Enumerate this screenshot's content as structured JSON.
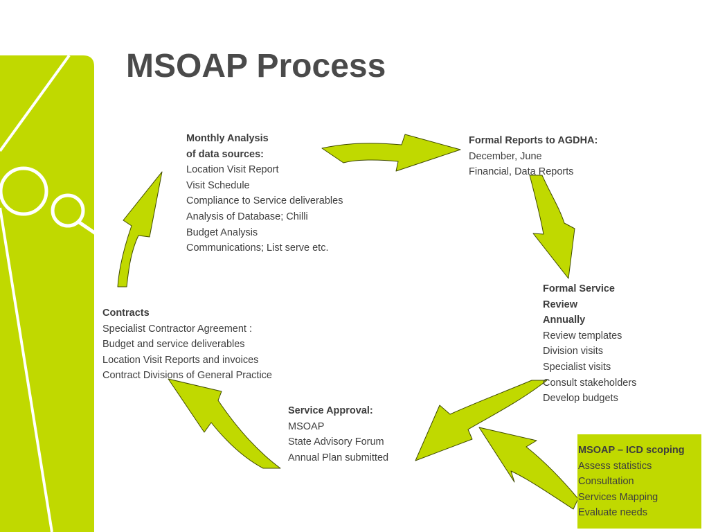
{
  "slide": {
    "title": "MSOAP Process",
    "accent_color": "#c0d900"
  },
  "blocks": {
    "monthly": {
      "lines": [
        {
          "text": "Monthly Analysis",
          "bold": true
        },
        {
          "text": "of data sources:",
          "bold": true
        },
        {
          "text": "Location Visit Report",
          "bold": false
        },
        {
          "text": "Visit Schedule",
          "bold": false
        },
        {
          "text": "Compliance to Service deliverables",
          "bold": false
        },
        {
          "text": "Analysis of Database; Chilli",
          "bold": false
        },
        {
          "text": "Budget Analysis",
          "bold": false
        },
        {
          "text": "Communications; List serve etc.",
          "bold": false
        }
      ]
    },
    "formal_reports": {
      "lines": [
        {
          "text": "Formal Reports to AGDHA:",
          "bold": true
        },
        {
          "text": "December,  June",
          "bold": false
        },
        {
          "text": "Financial, Data Reports",
          "bold": false
        }
      ]
    },
    "formal_review": {
      "lines": [
        {
          "text": "Formal Service",
          "bold": true
        },
        {
          "text": "Review",
          "bold": true
        },
        {
          "text": "Annually",
          "bold": true
        },
        {
          "text": "Review templates",
          "bold": false
        },
        {
          "text": "Division visits",
          "bold": false
        },
        {
          "text": "Specialist visits",
          "bold": false
        },
        {
          "text": "Consult stakeholders",
          "bold": false
        },
        {
          "text": "Develop budgets",
          "bold": false
        }
      ]
    },
    "contracts": {
      "lines": [
        {
          "text": "Contracts",
          "bold": true
        },
        {
          "text": "Specialist Contractor Agreement :",
          "bold": false
        },
        {
          "text": "Budget and service deliverables",
          "bold": false
        },
        {
          "text": "Location Visit Reports and invoices",
          "bold": false
        },
        {
          "text": "Contract Divisions of General Practice",
          "bold": false
        }
      ]
    },
    "service_approval": {
      "lines": [
        {
          "text": "Service Approval:",
          "bold": true
        },
        {
          "text": "MSOAP",
          "bold": false
        },
        {
          "text": "State Advisory Forum",
          "bold": false
        },
        {
          "text": "Annual Plan submitted",
          "bold": false
        }
      ]
    },
    "icd_scoping": {
      "lines": [
        {
          "text": "MSOAP – ICD scoping",
          "bold": true
        },
        {
          "text": "Assess statistics",
          "bold": false
        },
        {
          "text": "Consultation",
          "bold": false
        },
        {
          "text": "Services Mapping",
          "bold": false
        },
        {
          "text": "Evaluate needs",
          "bold": false
        }
      ]
    }
  }
}
